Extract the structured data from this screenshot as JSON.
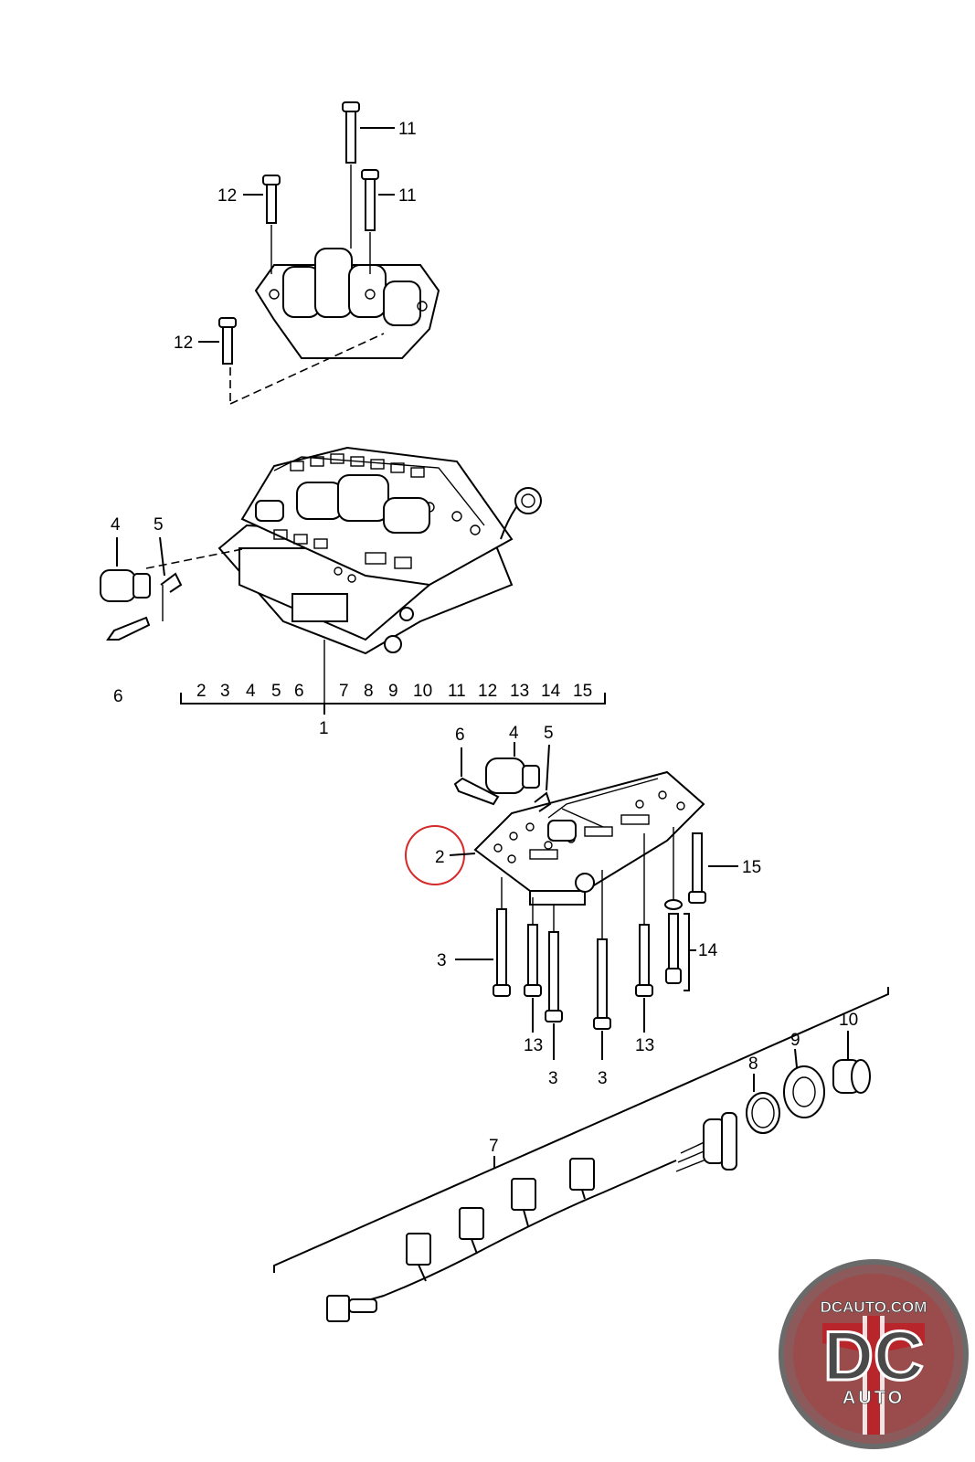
{
  "callouts": {
    "c11a": "11",
    "c11b": "11",
    "c12a": "12",
    "c12b": "12",
    "c4a": "4",
    "c5a": "5",
    "c6a": "6",
    "c1": "1",
    "range": [
      "2",
      "3",
      "4",
      "5",
      "6",
      "7",
      "8",
      "9",
      "10",
      "11",
      "12",
      "13",
      "14",
      "15"
    ],
    "c6b": "6",
    "c4b": "4",
    "c5b": "5",
    "c2": "2",
    "c15": "15",
    "c14": "14",
    "c3a": "3",
    "c3b": "3",
    "c3c": "3",
    "c13a": "13",
    "c13b": "13",
    "c7": "7",
    "c8": "8",
    "c9": "9",
    "c10": "10"
  },
  "logo": {
    "domain": "DCAUTO.COM",
    "letters": "DC",
    "word": "AUTO"
  },
  "colors": {
    "highlight": "#d42a2a",
    "logo_dark": "#4a4a4a",
    "logo_red": "#b8262b"
  }
}
